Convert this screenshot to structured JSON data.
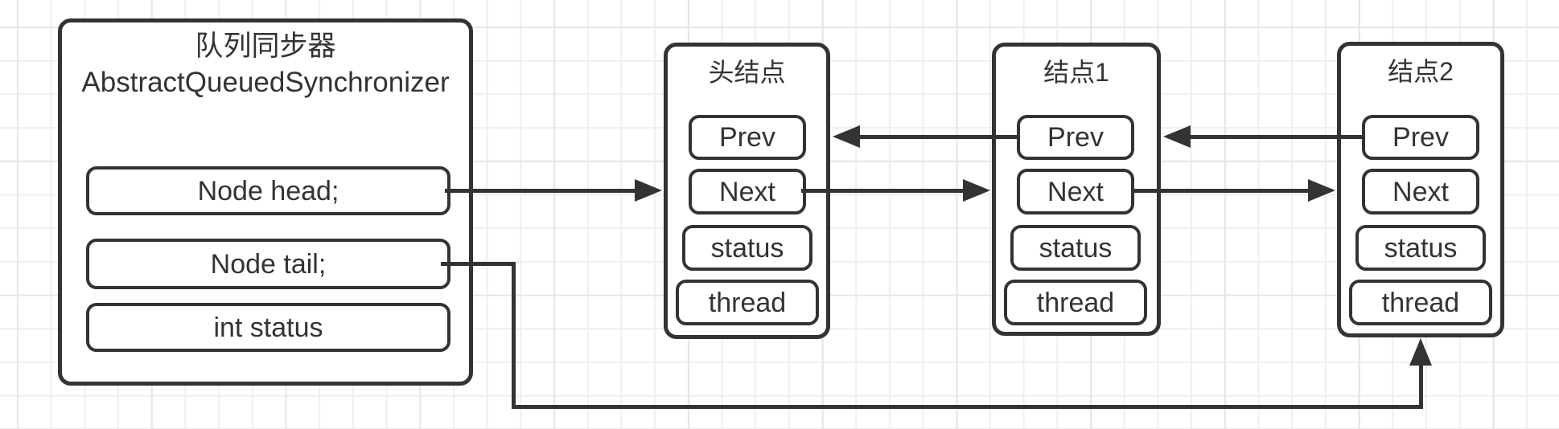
{
  "colors": {
    "stroke": "#333333",
    "text": "#333333",
    "shape_fill": "#ffffff",
    "grid_minor": "#efefef",
    "grid_major": "#e6e6e6",
    "background": "#ffffff"
  },
  "aqs": {
    "title_line1": "队列同步器",
    "title_line2": "AbstractQueuedSynchronizer",
    "fields": [
      "Node head;",
      "Node tail;",
      "int status"
    ]
  },
  "nodes": [
    {
      "title": "头结点",
      "fields": [
        "Prev",
        "Next",
        "status",
        "thread"
      ]
    },
    {
      "title": "结点1",
      "fields": [
        "Prev",
        "Next",
        "status",
        "thread"
      ]
    },
    {
      "title": "结点2",
      "fields": [
        "Prev",
        "Next",
        "status",
        "thread"
      ]
    }
  ],
  "connectors": [
    {
      "from": "Node head;",
      "to": "头结点",
      "direction": "right"
    },
    {
      "from": "头结点.Next",
      "to": "结点1",
      "direction": "right"
    },
    {
      "from": "结点1.Prev",
      "to": "头结点",
      "direction": "left"
    },
    {
      "from": "结点1.Next",
      "to": "结点2",
      "direction": "right"
    },
    {
      "from": "结点2.Prev",
      "to": "结点1",
      "direction": "left"
    },
    {
      "from": "Node tail;",
      "to": "结点2",
      "direction": "up"
    }
  ]
}
